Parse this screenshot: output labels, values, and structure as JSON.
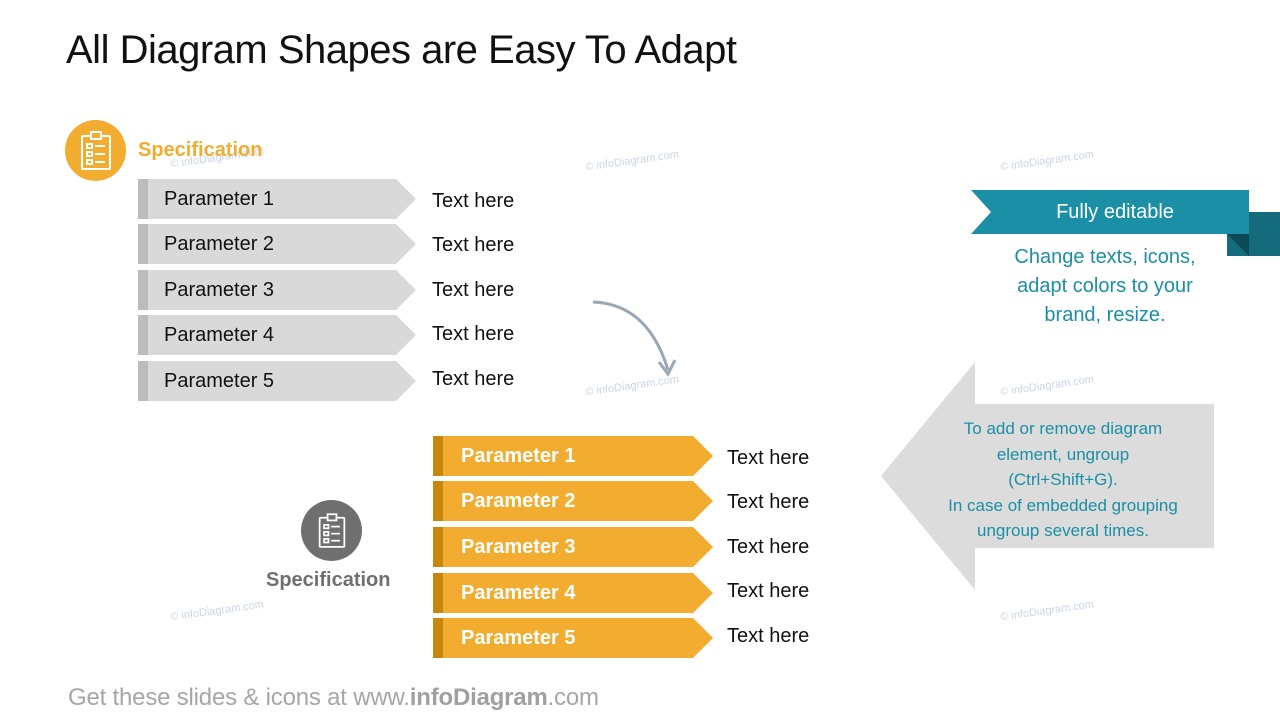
{
  "slide": {
    "title": "All Diagram Shapes are Easy To Adapt",
    "watermark": "© infoDiagram.com"
  },
  "top_diagram": {
    "icon": "clipboard-checklist-icon",
    "label": "Specification",
    "accent_color": "#f2ac2f",
    "items": [
      {
        "param": "Parameter 1",
        "value": "Text here"
      },
      {
        "param": "Parameter 2",
        "value": "Text here"
      },
      {
        "param": "Parameter 3",
        "value": "Text here"
      },
      {
        "param": "Parameter 4",
        "value": "Text here"
      },
      {
        "param": "Parameter 5",
        "value": "Text here"
      }
    ]
  },
  "bottom_diagram": {
    "icon": "clipboard-checklist-icon",
    "label": "Specification",
    "accent_color": "#6f6f6f",
    "bar_color": "#f2ac2f",
    "items": [
      {
        "param": "Parameter 1",
        "value": "Text here"
      },
      {
        "param": "Parameter 2",
        "value": "Text here"
      },
      {
        "param": "Parameter 3",
        "value": "Text here"
      },
      {
        "param": "Parameter 4",
        "value": "Text here"
      },
      {
        "param": "Parameter 5",
        "value": "Text here"
      }
    ]
  },
  "callout_editable": {
    "ribbon_label": "Fully editable",
    "lines": [
      "Change texts, icons,",
      "adapt colors to your",
      "brand, resize."
    ],
    "color": "#1a8fa5"
  },
  "callout_ungroup": {
    "lines": [
      "To add or remove diagram",
      "element, ungroup",
      "(Ctrl+Shift+G).",
      "In case of embedded grouping",
      "ungroup several times."
    ]
  },
  "footer": {
    "prefix": "Get these slides & icons at www.",
    "brand": "infoDiagram",
    "suffix": ".com"
  }
}
